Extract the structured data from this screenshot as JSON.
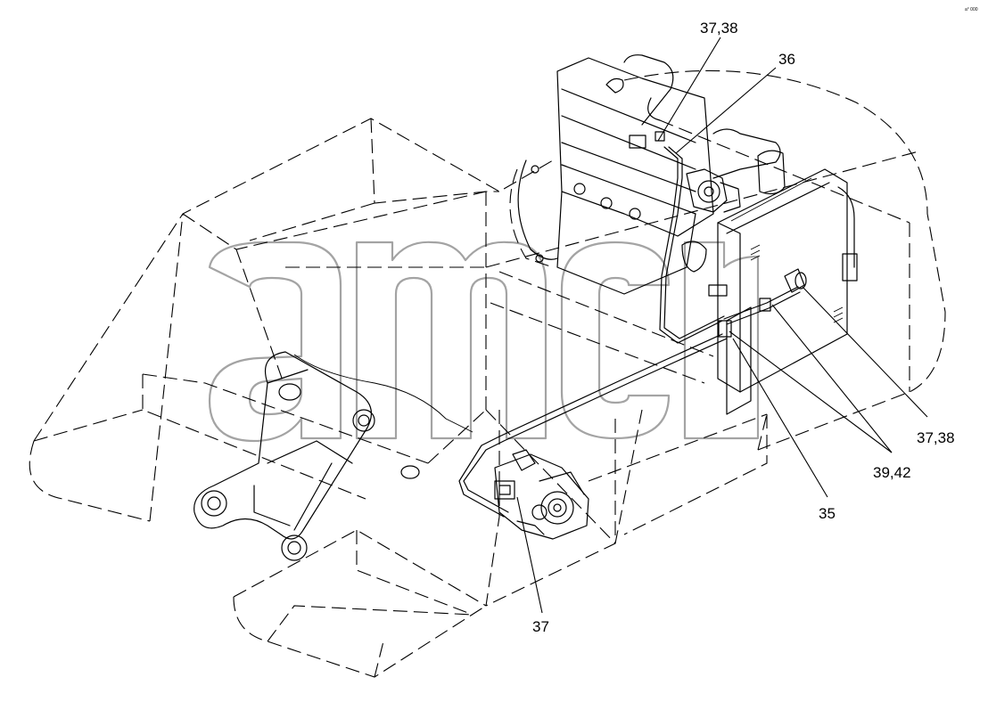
{
  "corner_mark": "a° 000",
  "callouts": [
    {
      "id": "c1",
      "text": "37,38"
    },
    {
      "id": "c2",
      "text": "36"
    },
    {
      "id": "c3",
      "text": "37,38"
    },
    {
      "id": "c4",
      "text": "39,42"
    },
    {
      "id": "c5",
      "text": "35"
    },
    {
      "id": "c6",
      "text": "37"
    }
  ]
}
